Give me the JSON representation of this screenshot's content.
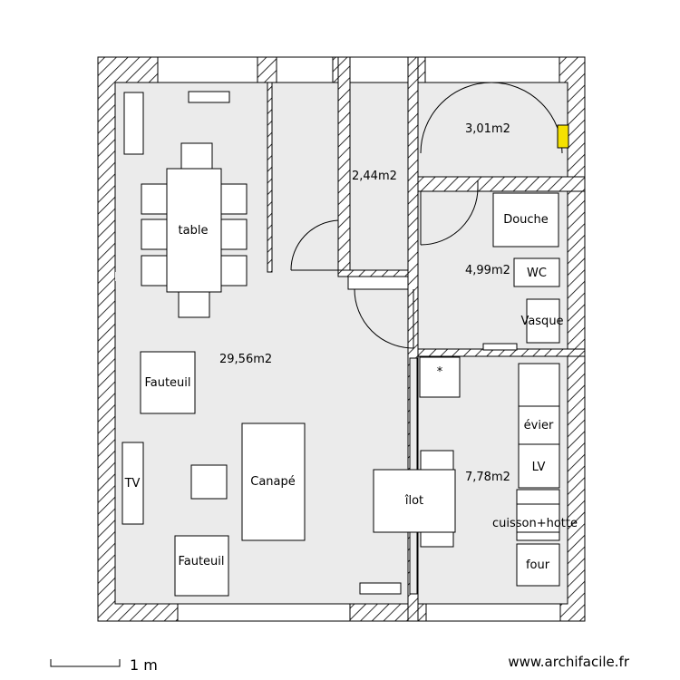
{
  "rooms": {
    "living_area": "29,56m2",
    "corridor_area": "2,44m2",
    "closet_area": "3,01m2",
    "bathroom_area": "4,99m2",
    "kitchen_area": "7,78m2"
  },
  "furniture": {
    "table": "table",
    "armchair_top": "Fauteuil",
    "armchair_bottom": "Fauteuil",
    "tv": "TV",
    "sofa": "Canapé",
    "island": "îlot",
    "shower": "Douche",
    "wc": "WC",
    "basin": "Vasque",
    "star": "*",
    "sink": "évier",
    "dishwasher": "LV",
    "cooktop": "cuisson+hotte",
    "oven": "four"
  },
  "scale": {
    "label": "1 m"
  },
  "credit": "www.archifacile.fr",
  "colors": {
    "floor": "#ebebeb",
    "wall_stroke": "#000000",
    "hatch": "#000000",
    "accent_yellow": "#f5e100"
  }
}
